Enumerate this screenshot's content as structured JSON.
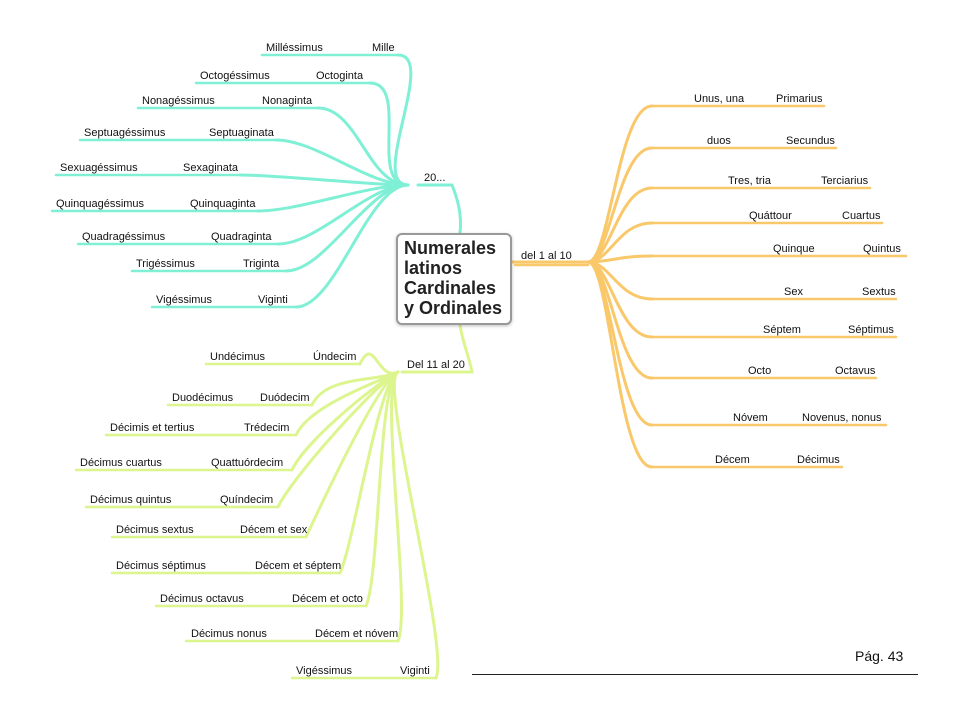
{
  "central": {
    "lines": [
      "Numerales",
      "latinos",
      "Cardinales",
      "y Ordinales"
    ]
  },
  "branches": {
    "one_to_ten": {
      "label": "del 1 al 10",
      "color": "#f9c86a",
      "items": [
        {
          "cardinal": "Unus, una",
          "ordinal": "Primarius"
        },
        {
          "cardinal": "duos",
          "ordinal": "Secundus"
        },
        {
          "cardinal": "Tres, tria",
          "ordinal": "Terciarius"
        },
        {
          "cardinal": "Quáttour",
          "ordinal": "Cuartus"
        },
        {
          "cardinal": "Quinque",
          "ordinal": "Quintus"
        },
        {
          "cardinal": "Sex",
          "ordinal": "Sextus"
        },
        {
          "cardinal": "Séptem",
          "ordinal": "Séptimus"
        },
        {
          "cardinal": "Octo",
          "ordinal": "Octavus"
        },
        {
          "cardinal": "Nóvem",
          "ordinal": "Novenus, nonus"
        },
        {
          "cardinal": "Décem",
          "ordinal": "Décimus"
        }
      ]
    },
    "tens": {
      "label": "20...",
      "color": "#7ff0d6",
      "items": [
        {
          "ordinal": "Milléssimus",
          "cardinal": "Mille"
        },
        {
          "ordinal": "Octogéssimus",
          "cardinal": "Octoginta"
        },
        {
          "ordinal": "Nonagéssimus",
          "cardinal": "Nonaginta"
        },
        {
          "ordinal": "Septuagéssimus",
          "cardinal": "Septuaginata"
        },
        {
          "ordinal": "Sexuagéssimus",
          "cardinal": "Sexaginata"
        },
        {
          "ordinal": "Quinquagéssimus",
          "cardinal": "Quinquaginta"
        },
        {
          "ordinal": "Quadragéssimus",
          "cardinal": "Quadraginta"
        },
        {
          "ordinal": "Trigéssimus",
          "cardinal": "Triginta"
        },
        {
          "ordinal": "Vigéssimus",
          "cardinal": "Viginti"
        }
      ]
    },
    "eleven_to_twenty": {
      "label": "Del 11 al 20",
      "color": "#dcf58e",
      "items": [
        {
          "ordinal": "Undécimus",
          "cardinal": "Úndecim"
        },
        {
          "ordinal": "Duodécimus",
          "cardinal": "Duódecim"
        },
        {
          "ordinal": "Décimis et tertius",
          "cardinal": "Trédecim"
        },
        {
          "ordinal": "Décimus cuartus",
          "cardinal": "Quattuórdecim"
        },
        {
          "ordinal": "Décimus quintus",
          "cardinal": "Quíndecim"
        },
        {
          "ordinal": "Décimus sextus",
          "cardinal": "Décem et sex"
        },
        {
          "ordinal": "Décimus séptimus",
          "cardinal": "Décem et séptem"
        },
        {
          "ordinal": "Décimus octavus",
          "cardinal": "Décem et octo"
        },
        {
          "ordinal": "Décimus nonus",
          "cardinal": "Décem et nóvem"
        },
        {
          "ordinal": "Vigéssimus",
          "cardinal": "Viginti"
        }
      ]
    }
  },
  "footer": {
    "page": "Pág. 43"
  }
}
